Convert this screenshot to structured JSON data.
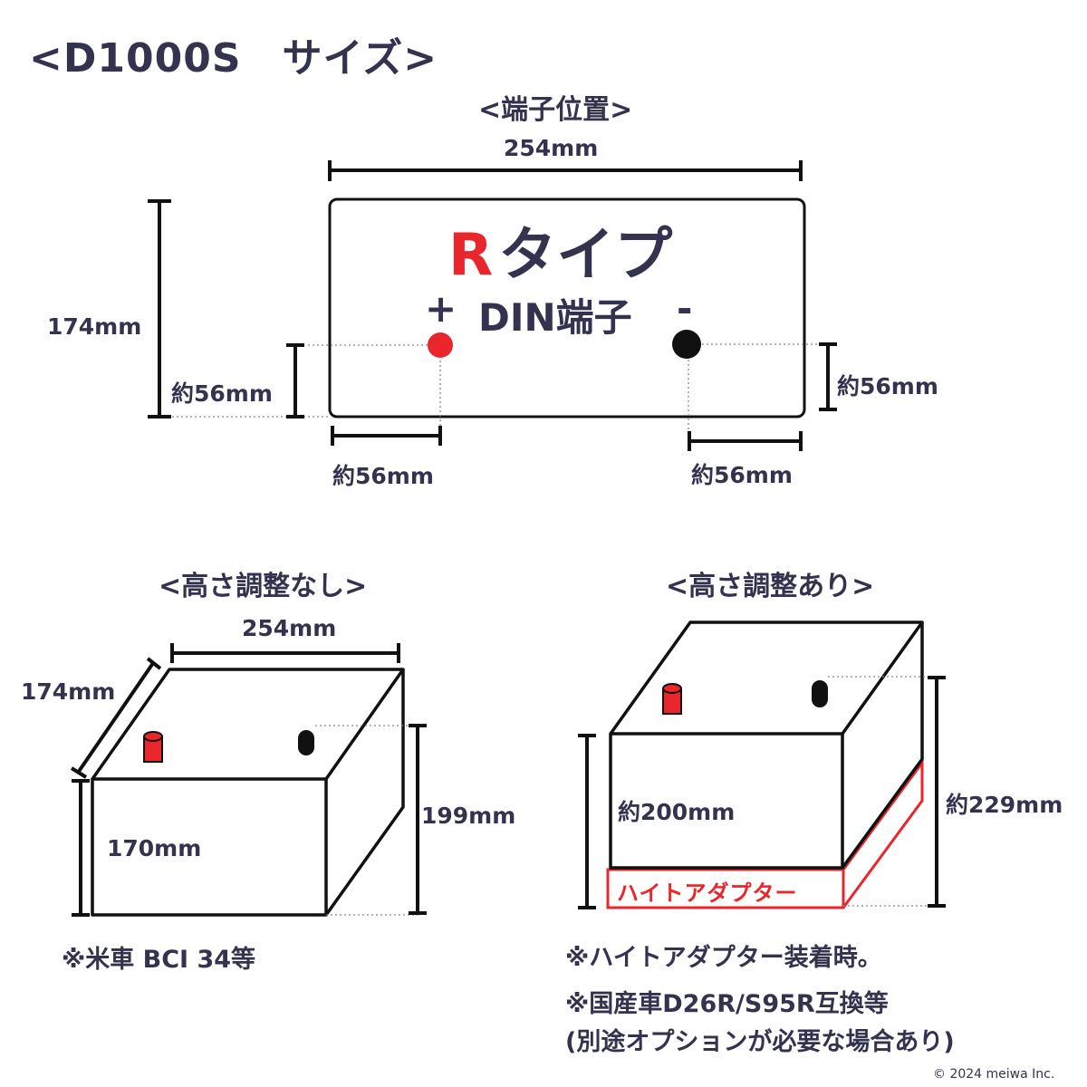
{
  "title": "<D1000S　サイズ>",
  "terminal": {
    "heading": "<端子位置>",
    "width": "254mm",
    "height": "174mm",
    "left_vertical": "約56mm",
    "right_vertical": "約56mm",
    "left_horizontal": "約56mm",
    "right_horizontal": "約56mm",
    "type_letter": "R",
    "type_word": "タイプ",
    "plus": "+",
    "minus": "-",
    "din": "DIN端子"
  },
  "no_adjust": {
    "heading": "<高さ調整なし>",
    "width": "254mm",
    "depth": "174mm",
    "height": "199mm",
    "body_height": "170mm",
    "note": "※米車 BCI 34等"
  },
  "with_adjust": {
    "heading": "<高さ調整あり>",
    "body_height": "約200mm",
    "total_height": "約229mm",
    "adapter": "ハイトアダプター",
    "note1": "※ハイトアダプター装着時。",
    "note2": "※国産車D26R/S95R互換等",
    "note3": "(別途オプションが必要な場合あり)"
  },
  "copyright": "© 2024 meiwa Inc.",
  "colors": {
    "ink": "#34334f",
    "accent": "#e8262b",
    "line": "#111111"
  }
}
